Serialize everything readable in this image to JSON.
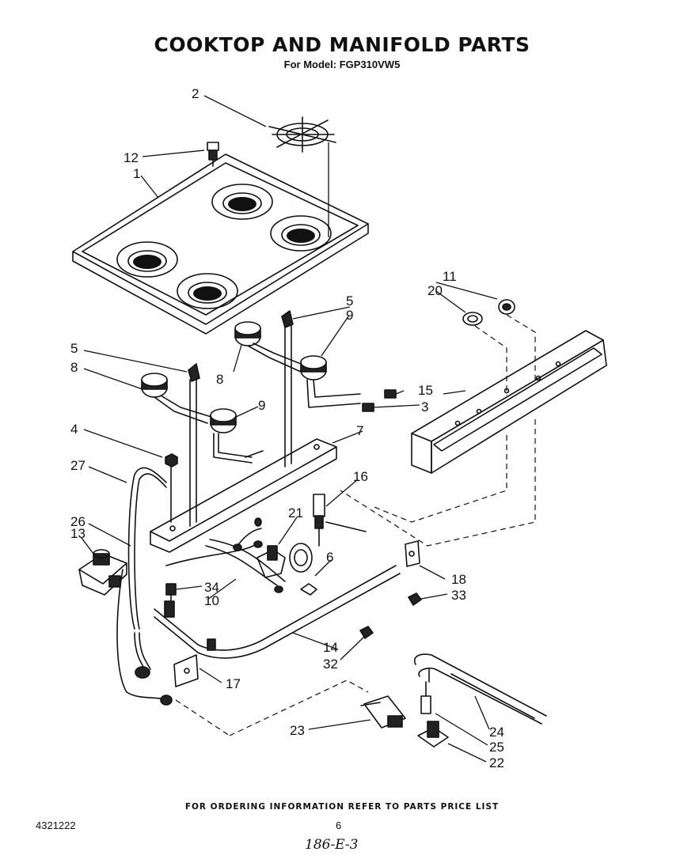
{
  "header": {
    "title": "COOKTOP AND MANIFOLD PARTS",
    "subtitle": "For Model: FGP310VW5"
  },
  "callouts": {
    "c1": "1",
    "c2": "2",
    "c3": "3",
    "c4": "4",
    "c5a": "5",
    "c5b": "5",
    "c6": "6",
    "c7": "7",
    "c8a": "8",
    "c8b": "8",
    "c9a": "9",
    "c9b": "9",
    "c10": "10",
    "c11": "11",
    "c12": "12",
    "c13": "13",
    "c14": "14",
    "c15": "15",
    "c16": "16",
    "c17": "17",
    "c18": "18",
    "c20": "20",
    "c21": "21",
    "c22": "22",
    "c23": "23",
    "c24": "24",
    "c25": "25",
    "c26": "26",
    "c27": "27",
    "c32": "32",
    "c33": "33",
    "c34": "34"
  },
  "footer": {
    "ordering_note": "FOR ORDERING INFORMATION REFER TO PARTS PRICE LIST",
    "document_number": "4321222",
    "page_number": "6",
    "handwritten_note": "186-E-3"
  }
}
